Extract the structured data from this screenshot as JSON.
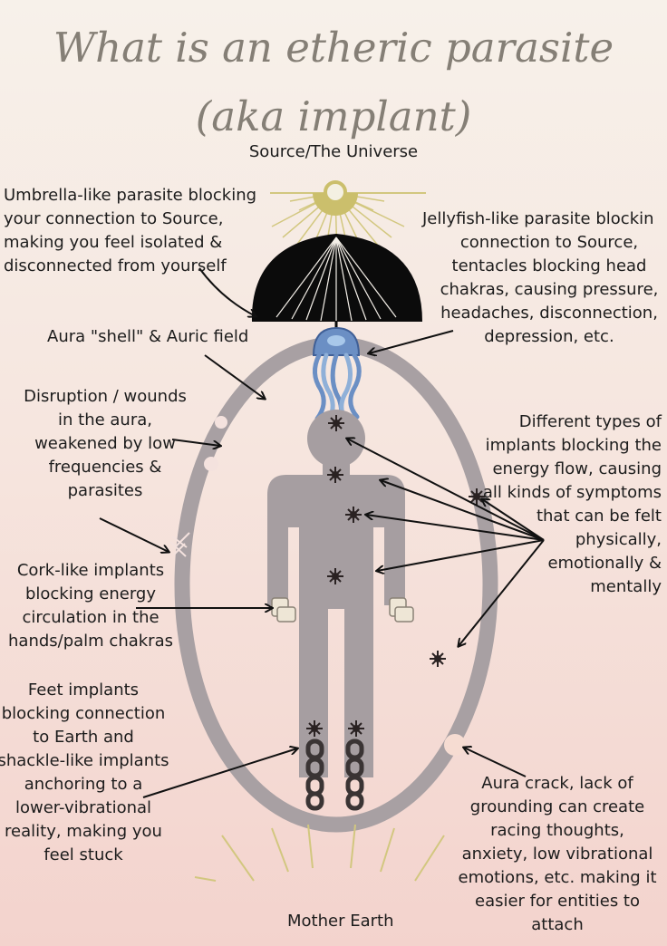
{
  "title_line1": "What is an etheric parasite",
  "title_line2": "(aka implant)",
  "source_label": "Source/The Universe",
  "earth_label": "Mother Earth",
  "labels": {
    "umbrella": [
      "Umbrella-like parasite blocking",
      "your connection to Source,",
      "making you feel isolated &",
      "disconnected from yourself"
    ],
    "jellyfish": [
      "Jellyfish-like parasite blockin",
      "connection to Source,",
      "tentacles blocking head",
      "chakras, causing pressure,",
      "headaches, disconnection,",
      "depression, etc."
    ],
    "aura_shell": [
      "Aura \"shell\" & Auric field"
    ],
    "disruption": [
      "Disruption / wounds",
      "in the aura,",
      "weakened by low",
      "frequencies &",
      "parasites"
    ],
    "implants": [
      "Different types of",
      "implants blocking the",
      "energy flow, causing",
      "all kinds of symptoms",
      "that can be felt",
      "physically,",
      "emotionally &",
      "mentally"
    ],
    "cork": [
      "Cork-like implants",
      "blocking energy",
      "circulation in the",
      "hands/palm chakras"
    ],
    "feet": [
      "Feet implants",
      "blocking connection",
      "to Earth and",
      "shackle-like implants",
      "anchoring to a",
      "lower-vibrational",
      "reality, making you",
      "feel stuck"
    ],
    "crack": [
      "Aura crack, lack of",
      "grounding can create",
      "racing thoughts,",
      "anxiety, low vibrational",
      "emotions, etc. making it",
      "easier for entities to",
      "attach"
    ]
  },
  "colors": {
    "title": "#857f76",
    "aura": "#a8a0a3",
    "body": "#a69ea1",
    "umbrella": "#0b0b0b",
    "sun": "#d2c77f",
    "jellyfish": "#6b8fc4",
    "arrow": "#111111"
  }
}
